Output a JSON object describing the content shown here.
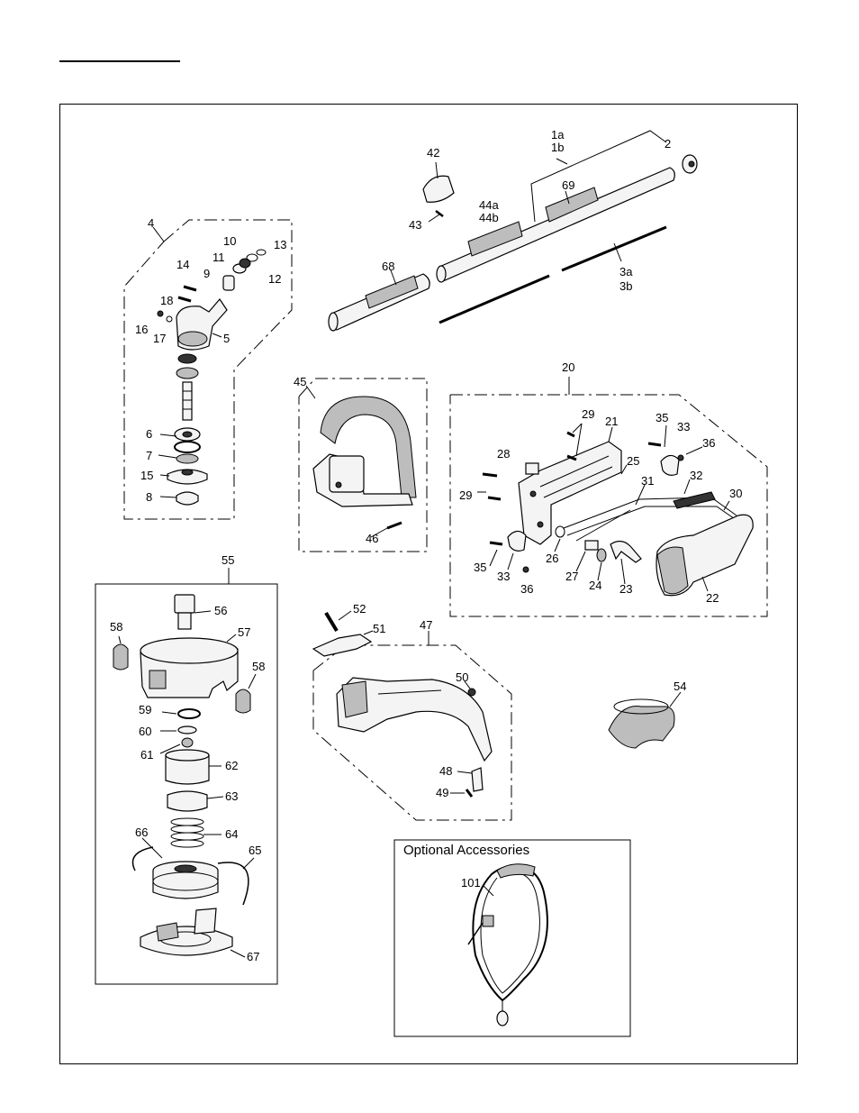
{
  "labels": {
    "p1ab_a": "1a",
    "p1ab_b": "1b",
    "p2": "2",
    "p3ab_a": "3a",
    "p3ab_b": "3b",
    "p4": "4",
    "p5": "5",
    "p6": "6",
    "p7": "7",
    "p8": "8",
    "p9": "9",
    "p10": "10",
    "p11": "11",
    "p12": "12",
    "p13": "13",
    "p14": "14",
    "p15": "15",
    "p16": "16",
    "p17": "17",
    "p18": "18",
    "p20": "20",
    "p21": "21",
    "p22": "22",
    "p23": "23",
    "p24": "24",
    "p25": "25",
    "p26": "26",
    "p27": "27",
    "p28": "28",
    "p29a": "29",
    "p29b": "29",
    "p30": "30",
    "p31": "31",
    "p32": "32",
    "p33a": "33",
    "p33b": "33",
    "p35a": "35",
    "p35b": "35",
    "p36a": "36",
    "p36b": "36",
    "p42": "42",
    "p43": "43",
    "p44ab_a": "44a",
    "p44ab_b": "44b",
    "p45": "45",
    "p46": "46",
    "p47": "47",
    "p48": "48",
    "p49": "49",
    "p50": "50",
    "p51": "51",
    "p52": "52",
    "p54": "54",
    "p55": "55",
    "p56": "56",
    "p57": "57",
    "p58a": "58",
    "p58b": "58",
    "p59": "59",
    "p60": "60",
    "p61": "61",
    "p62": "62",
    "p63": "63",
    "p64": "64",
    "p65": "65",
    "p66": "66",
    "p67": "67",
    "p68": "68",
    "p69": "69",
    "p101": "101"
  },
  "accessories": {
    "title": "Optional Accessories"
  }
}
